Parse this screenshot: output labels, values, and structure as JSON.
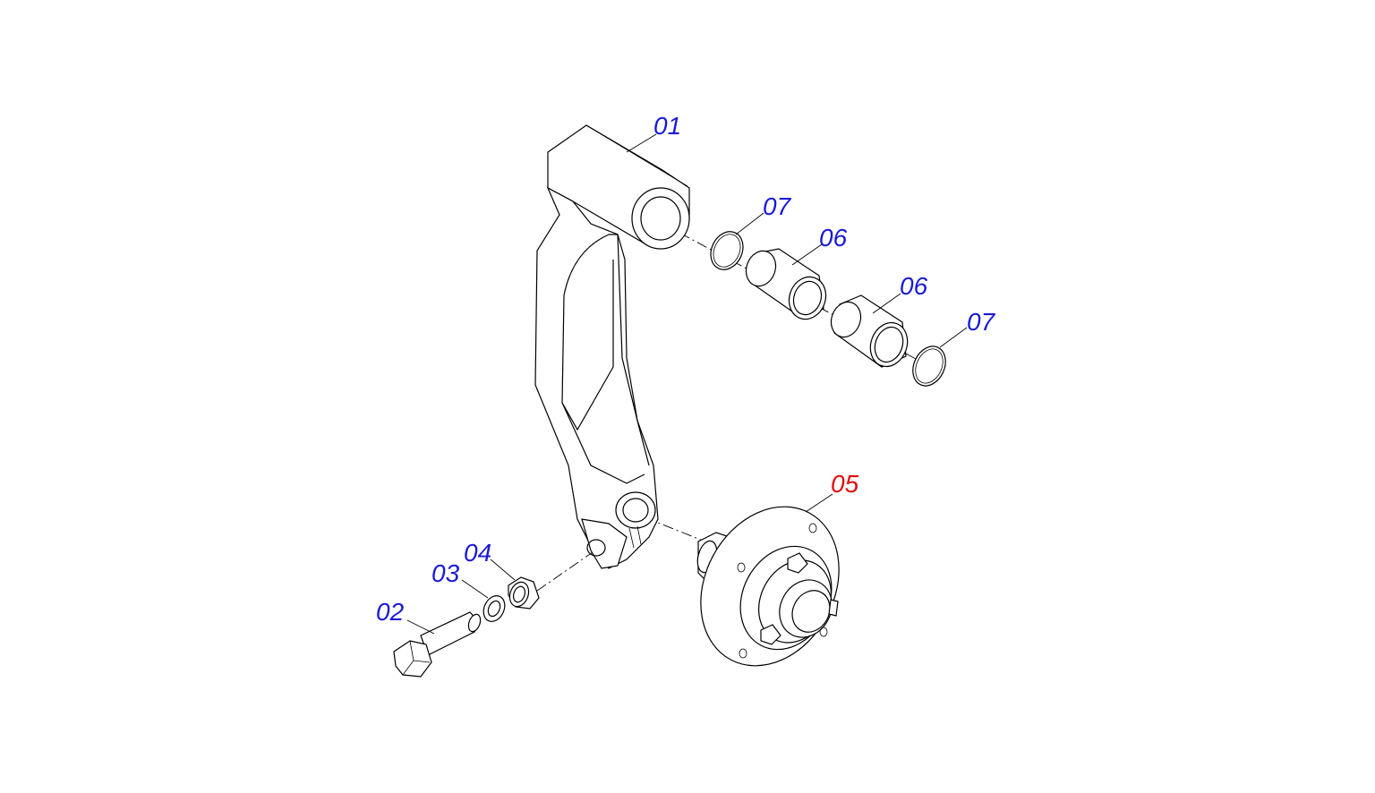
{
  "colors": {
    "callout_default": "#1a1ad6",
    "callout_highlight": "#e01010",
    "line": "#000000"
  },
  "callouts": [
    {
      "id": "c01",
      "label": "01",
      "color": "#1a1ad6"
    },
    {
      "id": "c07a",
      "label": "07",
      "color": "#1a1ad6"
    },
    {
      "id": "c06a",
      "label": "06",
      "color": "#1a1ad6"
    },
    {
      "id": "c06b",
      "label": "06",
      "color": "#1a1ad6"
    },
    {
      "id": "c07b",
      "label": "07",
      "color": "#1a1ad6"
    },
    {
      "id": "c05",
      "label": "05",
      "color": "#e01010"
    },
    {
      "id": "c04",
      "label": "04",
      "color": "#1a1ad6"
    },
    {
      "id": "c03",
      "label": "03",
      "color": "#1a1ad6"
    },
    {
      "id": "c02",
      "label": "02",
      "color": "#1a1ad6"
    }
  ]
}
